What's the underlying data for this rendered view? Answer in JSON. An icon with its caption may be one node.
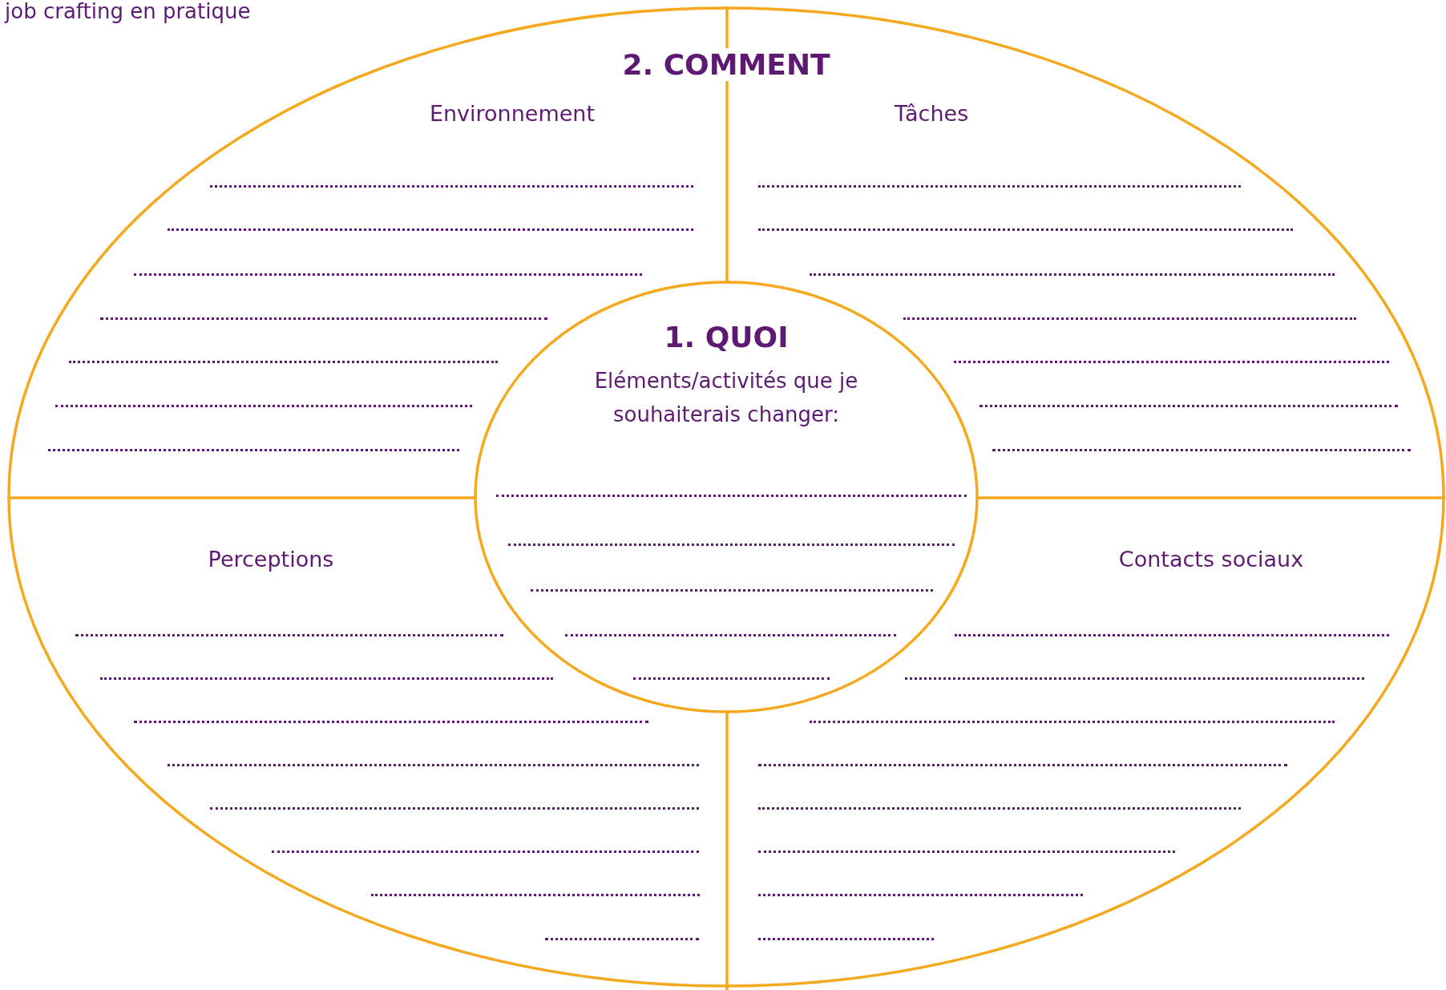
{
  "diagram": {
    "title": "job crafting en pratique",
    "nodes": [
      {
        "text": [
          "2. COMMENT"
        ]
      },
      {
        "text": [
          "1. QUOI",
          "Eléments/activités que je souhaiterais changer:"
        ],
        "in": 0
      }
    ],
    "edges": [],
    "labels": [
      "Environnement",
      "Tâches",
      "Perceptions",
      "Contacts sociaux"
    ]
  }
}
